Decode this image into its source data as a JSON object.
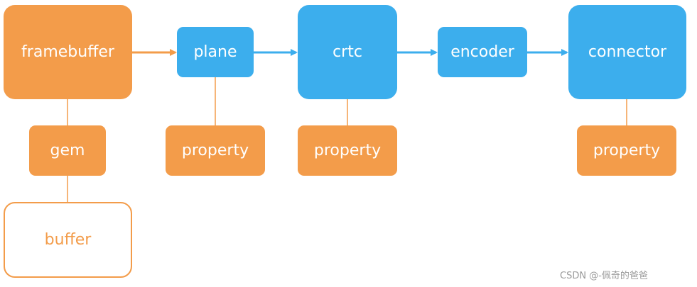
{
  "colors": {
    "orange": "#F39C4A",
    "blue": "#3CAEED",
    "background": "#FFFFFF"
  },
  "nodes": {
    "framebuffer": "framebuffer",
    "plane": "plane",
    "crtc": "crtc",
    "encoder": "encoder",
    "connector": "connector",
    "gem": "gem",
    "buffer": "buffer",
    "plane_property": "property",
    "crtc_property": "property",
    "connector_property": "property"
  },
  "edges": [
    {
      "from": "framebuffer",
      "to": "plane",
      "style": "arrow",
      "color": "#F39C4A"
    },
    {
      "from": "plane",
      "to": "crtc",
      "style": "arrow",
      "color": "#3CAEED"
    },
    {
      "from": "crtc",
      "to": "encoder",
      "style": "arrow",
      "color": "#3CAEED"
    },
    {
      "from": "encoder",
      "to": "connector",
      "style": "arrow",
      "color": "#3CAEED"
    },
    {
      "from": "framebuffer",
      "to": "gem",
      "style": "line",
      "color": "#F39C4A"
    },
    {
      "from": "gem",
      "to": "buffer",
      "style": "line",
      "color": "#F39C4A"
    },
    {
      "from": "plane",
      "to": "plane_property",
      "style": "line",
      "color": "#F39C4A"
    },
    {
      "from": "crtc",
      "to": "crtc_property",
      "style": "line",
      "color": "#F39C4A"
    },
    {
      "from": "connector",
      "to": "connector_property",
      "style": "line",
      "color": "#F39C4A"
    }
  ],
  "watermark": "CSDN @-佩奇的爸爸"
}
